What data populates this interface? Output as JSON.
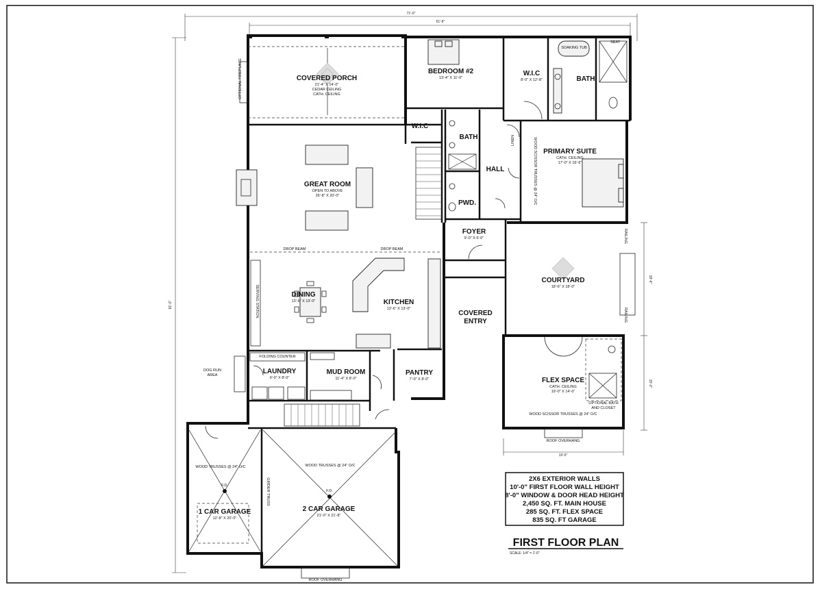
{
  "dimensions": {
    "overall_width": "71'-0\"",
    "main_width": "61'-8\"",
    "overall_depth": "81'-0\"",
    "courtyard_depth": "18'-6\"",
    "flex_depth": "15'-0\"",
    "flex_width": "19'-6\""
  },
  "rooms": {
    "covered_porch": {
      "name": "COVERED PORCH",
      "size": "21'-4\" X 14'-0\"",
      "notes": [
        "CEDAR CEILING",
        "CATH. CEILING"
      ]
    },
    "optional_fireplace": {
      "name": "OPTIONAL FIREPLACE"
    },
    "bedroom2": {
      "name": "BEDROOM #2",
      "size": "13'-4\" X 11'-0\""
    },
    "wic_primary": {
      "name": "W.I.C",
      "size": "8'-0\" X 12'-8\""
    },
    "primary_bath": {
      "name": "BATH"
    },
    "soaking_tub": {
      "name": "SOAKING TUB"
    },
    "seat": {
      "name": "SEAT"
    },
    "wic_small": {
      "name": "W.I.C"
    },
    "hall_bath": {
      "name": "BATH"
    },
    "hall": {
      "name": "HALL"
    },
    "linen": {
      "name": "LINEN"
    },
    "primary_suite": {
      "name": "PRIMARY SUITE",
      "notes": [
        "CATH. CEILING"
      ],
      "size": "17'-0\" X 16'-6\""
    },
    "scissor_trusses_primary": {
      "name": "WOOD SCISSOR TRUSSES @ 24\" O/C"
    },
    "great_room": {
      "name": "GREAT ROOM",
      "notes": [
        "OPEN TO ABOVE"
      ],
      "size": "26'-8\" X 20'-0\""
    },
    "pwd": {
      "name": "PWD."
    },
    "foyer": {
      "name": "FOYER",
      "size": "9'-0\" X 6'-0\""
    },
    "drop_beam_left": {
      "name": "DROP BEAM"
    },
    "drop_beam_right": {
      "name": "DROP BEAM"
    },
    "courtyard": {
      "name": "COURTYARD",
      "size": "18'-6\" X 18'-0\""
    },
    "dining": {
      "name": "DINING",
      "size": "13'-6\" X 13'-0\""
    },
    "kitchen": {
      "name": "KITCHEN",
      "size": "13'-6\" X 13'-0\""
    },
    "covered_entry": {
      "name": "COVERED",
      "name2": "ENTRY"
    },
    "serving_station": {
      "name": "SERVING STATION"
    },
    "railing_top": {
      "name": "RAILING"
    },
    "railing_bottom": {
      "name": "RAILING"
    },
    "folding_counter": {
      "name": "FOLDING COUNTER"
    },
    "laundry": {
      "name": "LAUNDRY",
      "size": "9'-0\" X 8'-0\""
    },
    "mud_room": {
      "name": "MUD ROOM",
      "size": "11'-4\" X 8'-0\""
    },
    "pantry": {
      "name": "PANTRY",
      "size": "7'-0\" X 8'-0\""
    },
    "dog_run": {
      "name": "DOG RUN",
      "name2": "AREA"
    },
    "flex_space": {
      "name": "FLEX SPACE",
      "notes": [
        "CATH. CEILING"
      ],
      "size": "19'-0\" X 14'-0\""
    },
    "optional_bath": {
      "name": "OPTIONAL BATH",
      "name2": "AND CLOSET"
    },
    "scissor_trusses_flex": {
      "name": "WOOD SCISSOR TRUSSES @ 24\" O/C"
    },
    "roof_overhang_flex": {
      "name": "ROOF OVERHANG"
    },
    "garage1": {
      "name": "1 CAR GARAGE",
      "size": "12'-8\" X 20'-0\""
    },
    "garage2": {
      "name": "2 CAR GARAGE",
      "size": "21'-0\" X 21'-8\""
    },
    "wood_trusses_1": {
      "name": "WOOD TRUSSES @ 24\" O/C"
    },
    "wood_trusses_2": {
      "name": "WOOD TRUSSES @ 24\" O/C"
    },
    "girder_truss": {
      "name": "GIRDER TRUSS"
    },
    "fd1": {
      "name": "F.D."
    },
    "fd2": {
      "name": "F.D."
    },
    "roof_overhang_garage": {
      "name": "ROOF OVERHANG"
    }
  },
  "notes_box": [
    "2X6 EXTERIOR WALLS",
    "10'-0\" FIRST FLOOR WALL HEIGHT",
    "8'-0\" WINDOW & DOOR HEAD HEIGHT",
    "2,450 SQ. FT. MAIN HOUSE",
    "285 SQ. FT. FLEX SPACE",
    "835 SQ. FT GARAGE"
  ],
  "title": {
    "text": "FIRST FLOOR PLAN",
    "scale": "SCALE: 1/4\" = 1'-0\""
  }
}
